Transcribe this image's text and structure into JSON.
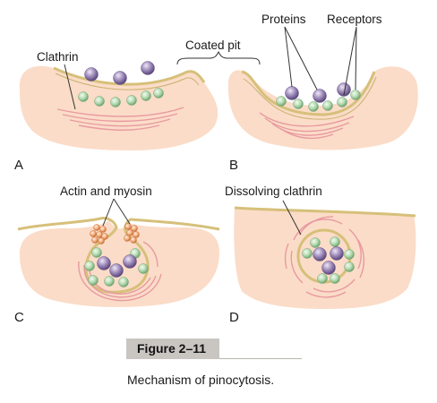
{
  "labels": {
    "clathrin": "Clathrin",
    "coated_pit": "Coated pit",
    "proteins": "Proteins",
    "receptors": "Receptors",
    "actin_myosin": "Actin and myosin",
    "dissolving_clathrin": "Dissolving clathrin"
  },
  "panels": [
    "A",
    "B",
    "C",
    "D"
  ],
  "figure": {
    "label": "Figure 2–11",
    "caption": "Mechanism of pinocytosis."
  },
  "colors": {
    "cytoplasm": "#fbdcc8",
    "membrane": "#d6c07a",
    "clathrin": "#e89aa0",
    "receptor": "#a8d2a8",
    "protein": "#9a86b4",
    "actin_myosin": "#f0a070"
  }
}
